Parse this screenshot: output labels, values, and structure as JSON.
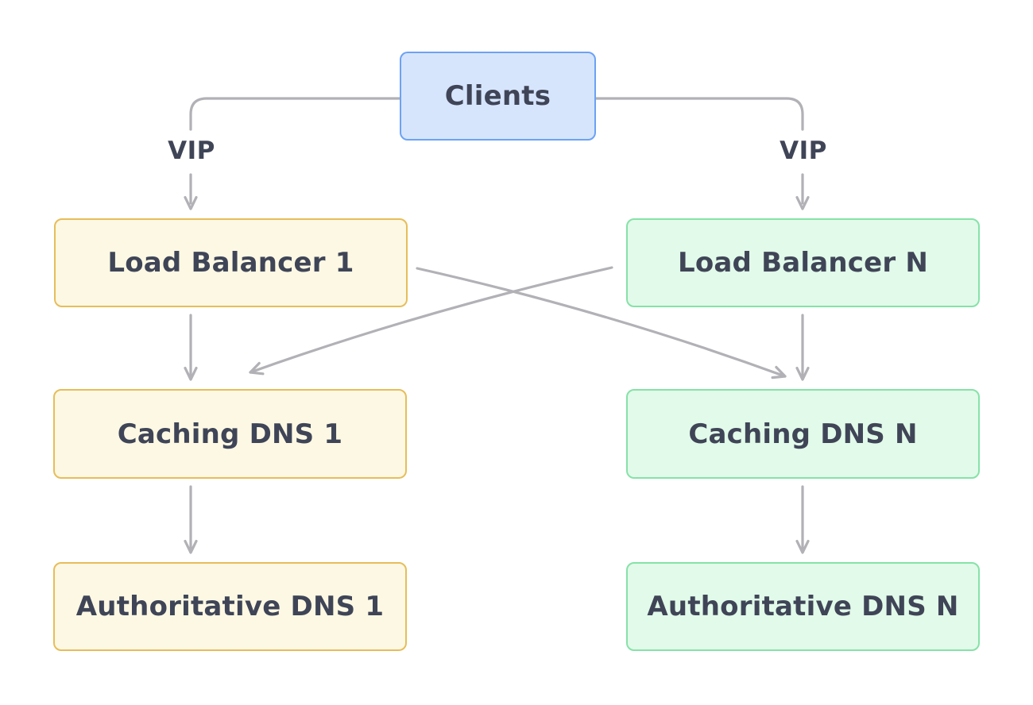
{
  "diagram": {
    "nodes": [
      {
        "id": "clients",
        "label": "Clients",
        "kind": "blue"
      },
      {
        "id": "lb1",
        "label": "Load Balancer 1",
        "kind": "yellow"
      },
      {
        "id": "lbn",
        "label": "Load Balancer N",
        "kind": "green"
      },
      {
        "id": "cache1",
        "label": "Caching DNS 1",
        "kind": "yellow"
      },
      {
        "id": "cachen",
        "label": "Caching DNS N",
        "kind": "green"
      },
      {
        "id": "auth1",
        "label": "Authoritative DNS 1",
        "kind": "yellow"
      },
      {
        "id": "authn",
        "label": "Authoritative DNS N",
        "kind": "green"
      }
    ],
    "edges": [
      {
        "from": "clients",
        "to": "lb1",
        "label": "VIP"
      },
      {
        "from": "clients",
        "to": "lbn",
        "label": "VIP"
      },
      {
        "from": "lb1",
        "to": "cache1",
        "label": ""
      },
      {
        "from": "lb1",
        "to": "cachen",
        "label": ""
      },
      {
        "from": "lbn",
        "to": "cache1",
        "label": ""
      },
      {
        "from": "lbn",
        "to": "cachen",
        "label": ""
      },
      {
        "from": "cache1",
        "to": "auth1",
        "label": ""
      },
      {
        "from": "cachen",
        "to": "authn",
        "label": ""
      }
    ],
    "colors": {
      "node_text": "#3f4557",
      "connector": "#b1b1b6",
      "blue_fill": "#d7e5fc",
      "blue_border": "#6ca2f5",
      "yellow_fill": "#fcf8e3",
      "yellow_border": "#e7bd5a",
      "green_fill": "#e2fae9",
      "green_border": "#86e2a8"
    }
  }
}
